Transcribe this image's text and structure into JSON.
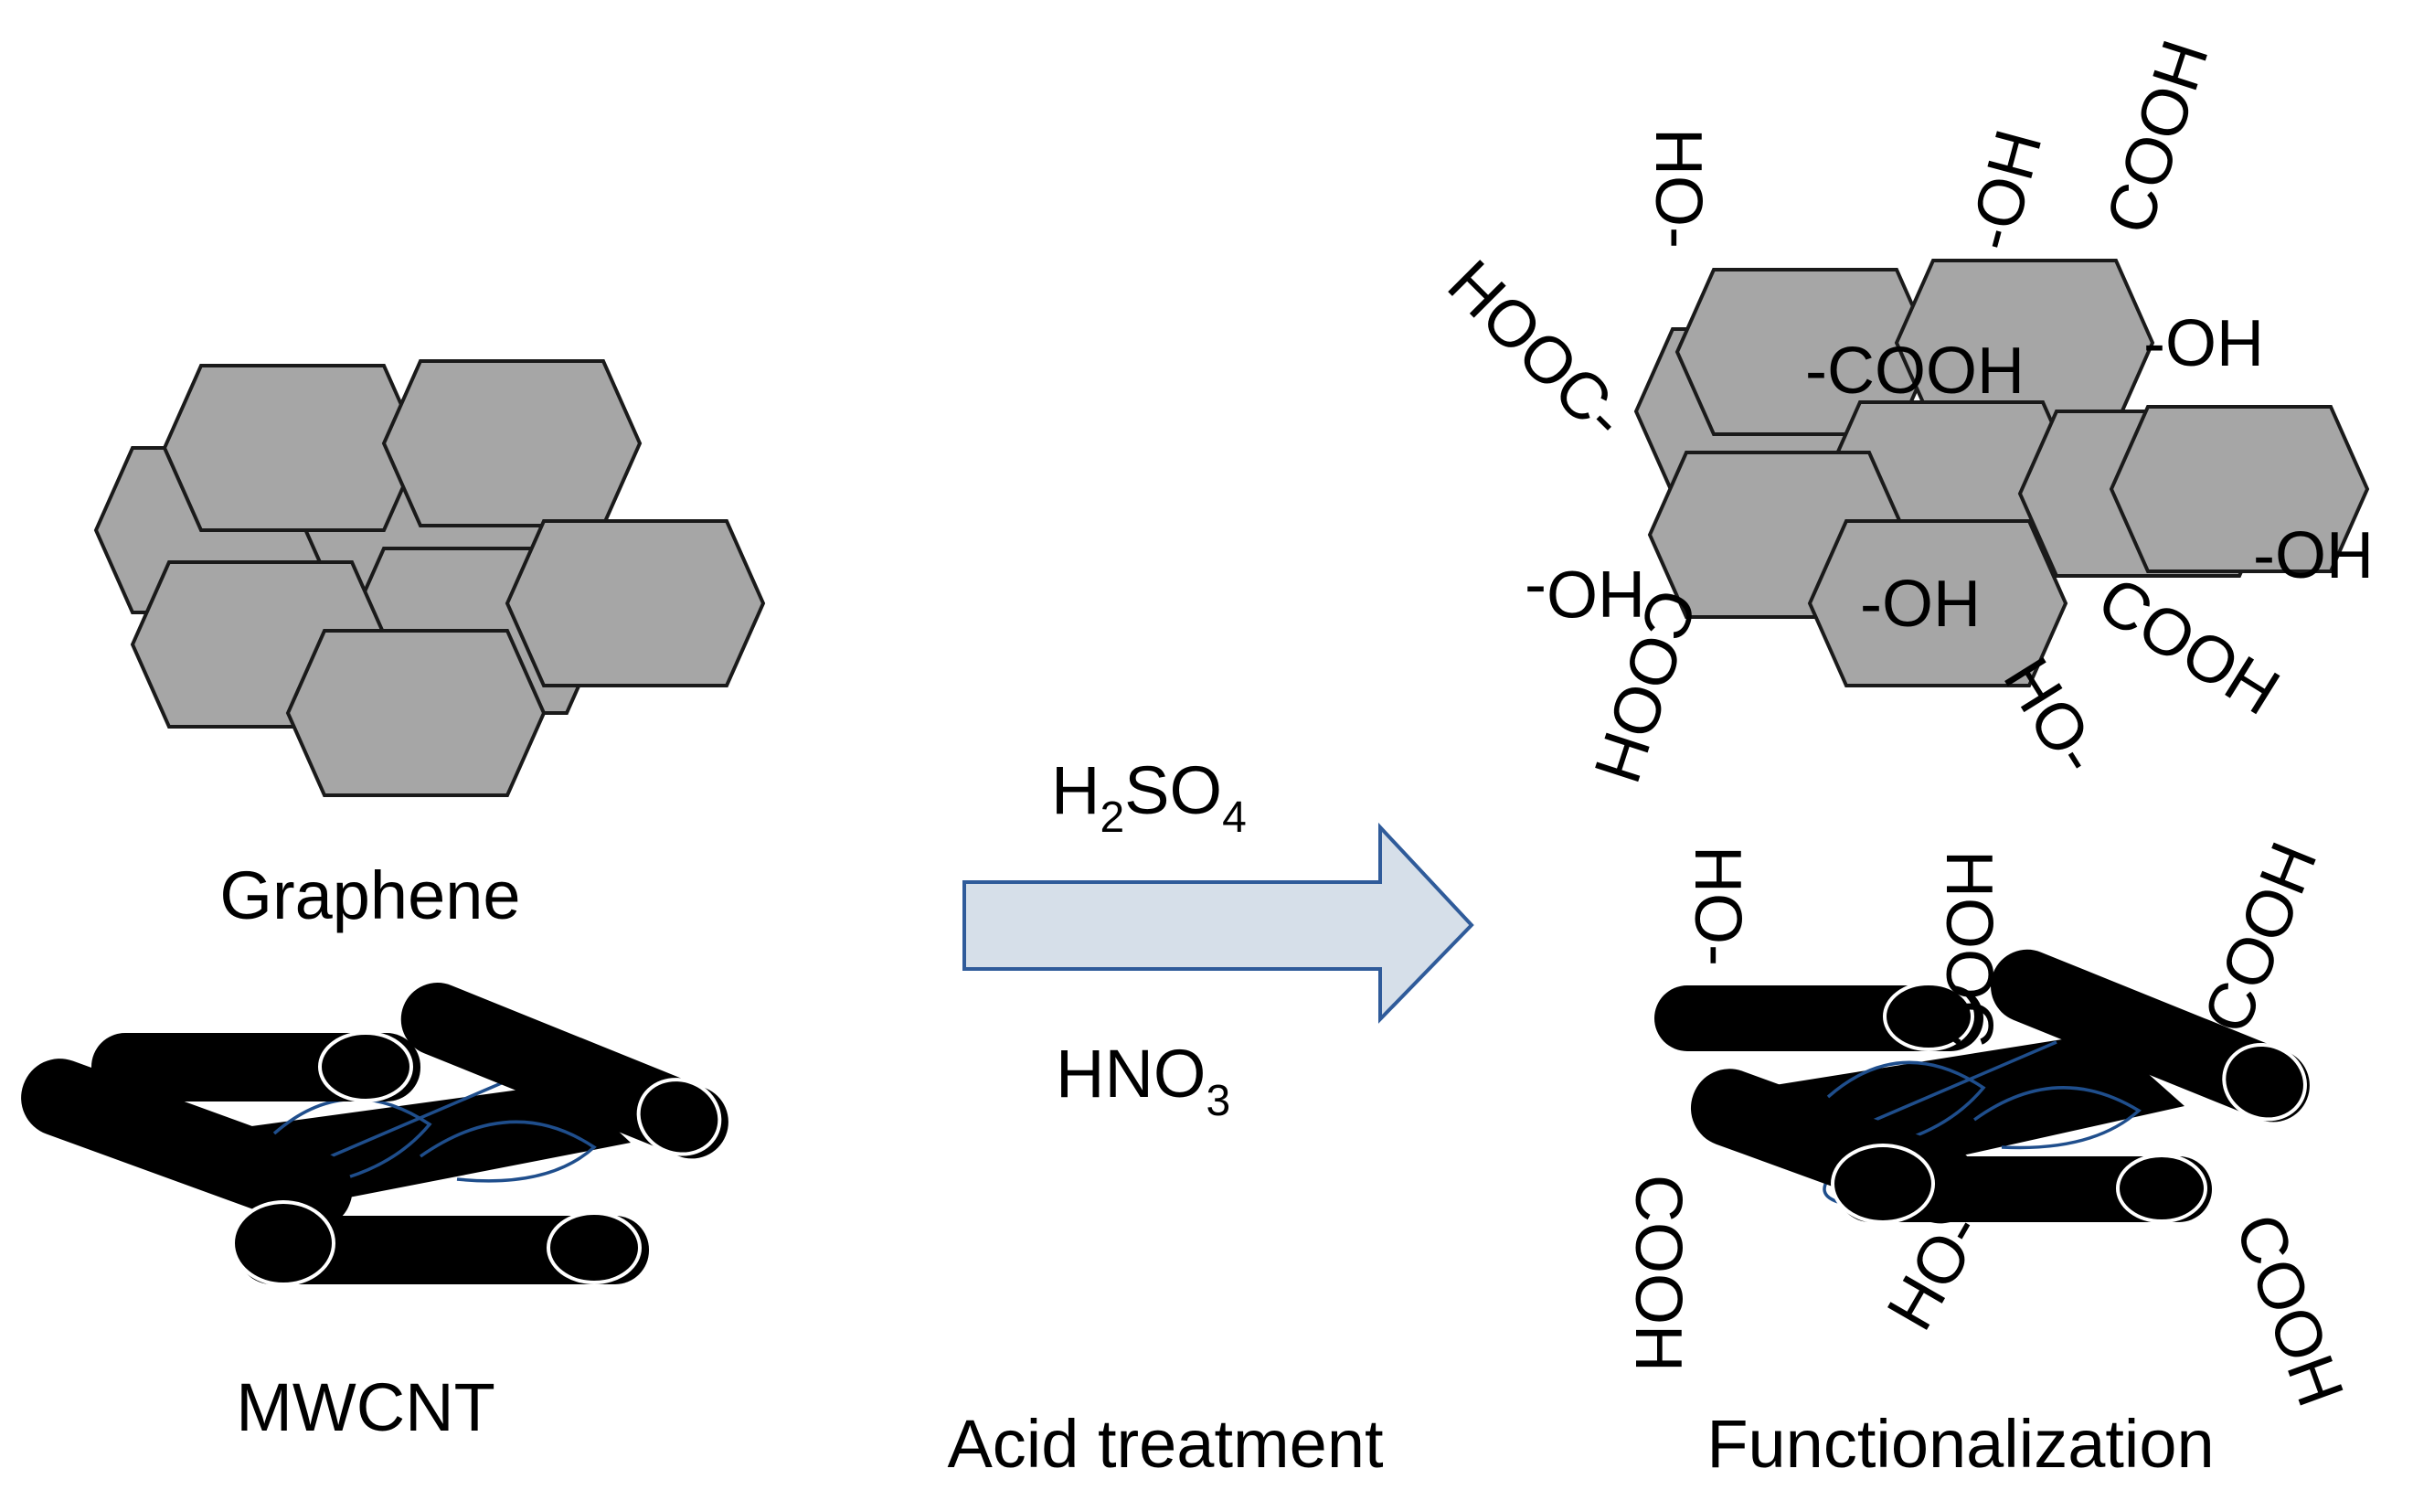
{
  "labels": {
    "graphene": "Graphene",
    "mwcnt": "MWCNT",
    "acid_treatment": "Acid treatment",
    "functionalization": "Functionalization",
    "reagent_1": {
      "base": "H",
      "sub1": "2",
      "mid": "SO",
      "sub2": "4"
    },
    "reagent_2": {
      "base": "HNO",
      "sub": "3"
    }
  },
  "graphene_groups": {
    "g1": "HO-",
    "g2": "-OH",
    "g3": "COOH",
    "g4": "HOOC-",
    "g5": "-COOH",
    "g6": "-OH",
    "g7": "-OH",
    "g8": "HO-",
    "g9": "-OH",
    "g10": "COOH",
    "g11": "COOH",
    "g12": "HO-"
  },
  "mwcnt_groups": {
    "c1": "HO-",
    "c2": "HOOC",
    "c3": "COOH",
    "c4": "COOH",
    "c5": "HO-",
    "c6": "COOH"
  },
  "colors": {
    "hexagon_fill": "#a6a6a6",
    "arrow_fill": "#d6dfe9",
    "arrow_stroke": "#2f5b9a",
    "tube_fill": "#000000",
    "tube_inner_line": "#1f4e8c"
  }
}
